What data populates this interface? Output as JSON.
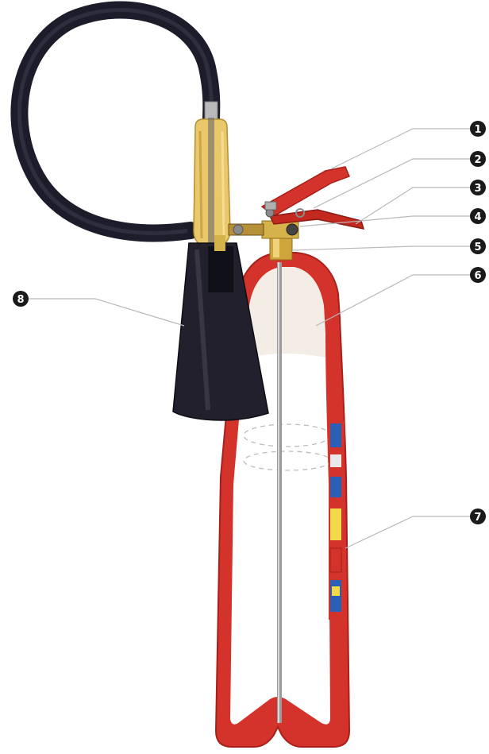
{
  "callouts": [
    {
      "id": "1",
      "label": "1"
    },
    {
      "id": "2",
      "label": "2"
    },
    {
      "id": "3",
      "label": "3"
    },
    {
      "id": "4",
      "label": "4"
    },
    {
      "id": "5",
      "label": "5"
    },
    {
      "id": "6",
      "label": "6"
    },
    {
      "id": "7",
      "label": "7"
    },
    {
      "id": "8",
      "label": "8"
    }
  ],
  "colors": {
    "cylinder_red": "#d3332a",
    "cylinder_dark_red": "#a82019",
    "hose_black": "#1c1c2a",
    "horn_black": "#22202c",
    "handle_yellow": "#e8c86a",
    "gas_white": "#f3ece4",
    "badge_black": "#1a1a1a"
  },
  "icons": {
    "subject": "co2-fire-extinguisher-cutaway"
  }
}
